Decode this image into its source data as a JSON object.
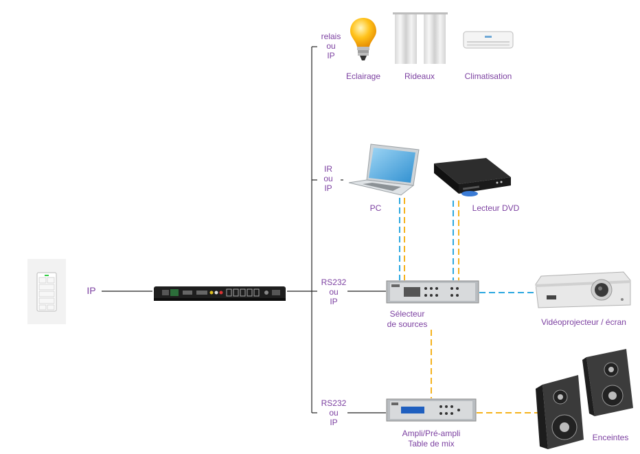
{
  "keypad_link_label": "IP",
  "branches": {
    "control": [
      "relais",
      "ou",
      "IP"
    ],
    "media": [
      "IR",
      "ou",
      "IP"
    ],
    "switcher": [
      "RS232",
      "ou",
      "IP"
    ],
    "amplifier": [
      "RS232",
      "ou",
      "IP"
    ]
  },
  "devices": {
    "lighting": "Eclairage",
    "curtains": "Rideaux",
    "air_conditioning": "Climatisation",
    "pc": "PC",
    "dvd": "Lecteur DVD",
    "switcher": [
      "Sélecteur",
      "de sources"
    ],
    "projector": "Vidéoprojecteur / écran",
    "amplifier": [
      "Ampli/Pré-ampli",
      "Table de mix"
    ],
    "speakers": "Enceintes"
  },
  "colors": {
    "label": "#7b3fa0",
    "control_line": "#222222",
    "video_line": "#2aa7e0",
    "audio_line": "#f5b21c"
  }
}
